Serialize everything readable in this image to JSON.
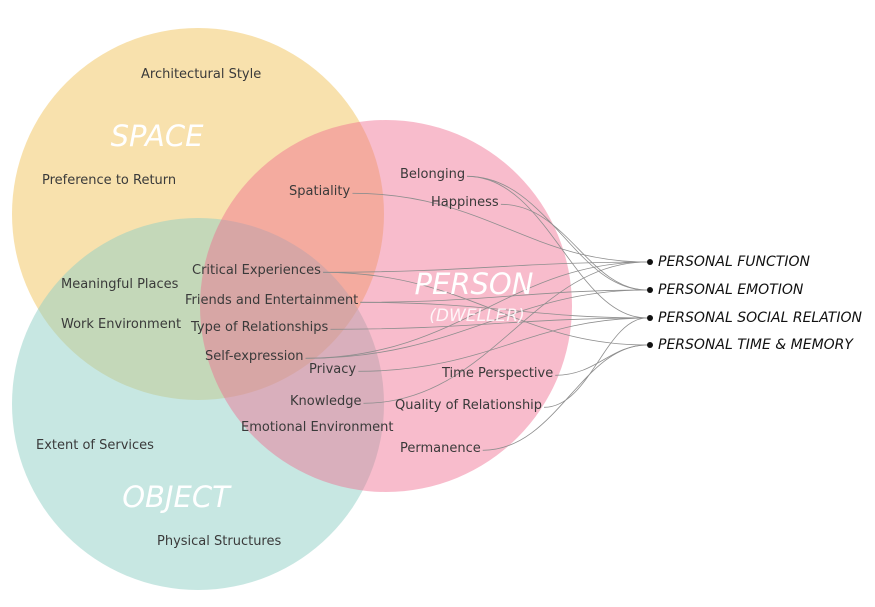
{
  "circles": {
    "space": {
      "title": "SPACE",
      "color": "#f3c96a"
    },
    "person": {
      "title": "PERSON",
      "subtitle": "(DWELLER)",
      "color": "#f06b8f"
    },
    "object": {
      "title": "OBJECT",
      "color": "#8fcfc6"
    }
  },
  "factors": {
    "architectural_style": "Architectural Style",
    "preference_to_return": "Preference to Return",
    "spatiality": "Spatiality",
    "belonging": "Belonging",
    "happiness": "Happiness",
    "meaningful_places": "Meaningful Places",
    "work_environment": "Work Environment",
    "critical_experiences": "Critical Experiences",
    "friends_and_entertainment": "Friends and Entertainment",
    "type_of_relationships": "Type of Relationships",
    "self_expression": "Self-expression",
    "privacy": "Privacy",
    "time_perspective": "Time Perspective",
    "knowledge": "Knowledge",
    "quality_of_relationship": "Quality of Relationship",
    "emotional_environment": "Emotional Environment",
    "permanence": "Permanence",
    "extent_of_services": "Extent of Services",
    "physical_structures": "Physical Structures"
  },
  "outcomes": {
    "function": "PERSONAL FUNCTION",
    "emotion": "PERSONAL EMOTION",
    "social_relation": "PERSONAL SOCIAL RELATION",
    "time_memory": "PERSONAL TIME & MEMORY"
  },
  "connections": [
    {
      "from": "spatiality",
      "to": "function"
    },
    {
      "from": "belonging",
      "to": "emotion"
    },
    {
      "from": "belonging",
      "to": "social_relation"
    },
    {
      "from": "happiness",
      "to": "emotion"
    },
    {
      "from": "critical_experiences",
      "to": "function"
    },
    {
      "from": "critical_experiences",
      "to": "time_memory"
    },
    {
      "from": "friends_and_entertainment",
      "to": "emotion"
    },
    {
      "from": "friends_and_entertainment",
      "to": "social_relation"
    },
    {
      "from": "type_of_relationships",
      "to": "social_relation"
    },
    {
      "from": "self_expression",
      "to": "emotion"
    },
    {
      "from": "self_expression",
      "to": "function"
    },
    {
      "from": "privacy",
      "to": "social_relation"
    },
    {
      "from": "time_perspective",
      "to": "time_memory"
    },
    {
      "from": "knowledge",
      "to": "function"
    },
    {
      "from": "quality_of_relationship",
      "to": "social_relation"
    },
    {
      "from": "permanence",
      "to": "time_memory"
    }
  ]
}
